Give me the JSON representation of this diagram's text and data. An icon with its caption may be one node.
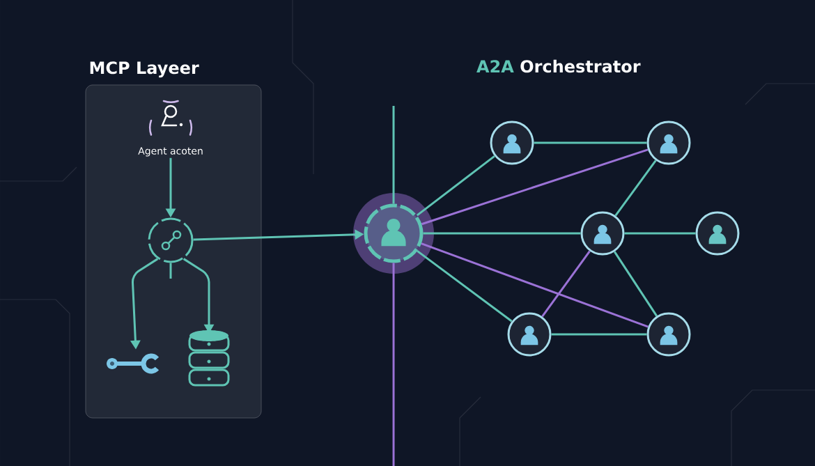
{
  "diagram": {
    "nodes": [
      {
        "text": [
          "MCP Layeer"
        ]
      },
      {
        "text": [
          "Agent acoten"
        ],
        "in": 0
      },
      {
        "text": [],
        "shape": "circle",
        "in": 0
      },
      {
        "text": [],
        "shape": "picture",
        "in": 0
      },
      {
        "text": [],
        "shape": "cylinder",
        "in": 0
      },
      {
        "text": [],
        "shape": "circle"
      },
      {
        "text": [],
        "shape": "circle"
      },
      {
        "text": [],
        "shape": "circle"
      },
      {
        "text": [],
        "shape": "circle"
      },
      {
        "text": [],
        "shape": "circle"
      },
      {
        "text": [],
        "shape": "circle"
      },
      {
        "text": [],
        "shape": "circle"
      }
    ],
    "edges": [
      {
        "from": 1,
        "to": 2,
        "arrow": "to"
      },
      {
        "from": 2,
        "to": 3,
        "arrow": "to"
      },
      {
        "from": 2,
        "to": 4,
        "arrow": "to"
      },
      {
        "from": 2,
        "to": null,
        "arrow": "none"
      },
      {
        "from": 2,
        "to": 5,
        "arrow": "to"
      },
      {
        "from": null,
        "to": 5,
        "arrow": "none"
      },
      {
        "from": 5,
        "to": null,
        "arrow": "none",
        "color": "#9b72d6"
      },
      {
        "from": 5,
        "to": 6,
        "arrow": "none"
      },
      {
        "from": 5,
        "to": 7,
        "arrow": "none",
        "color": "#9b72d6"
      },
      {
        "from": 5,
        "to": 8,
        "arrow": "none"
      },
      {
        "from": 5,
        "to": 11,
        "arrow": "none",
        "color": "#9b72d6"
      },
      {
        "from": 5,
        "to": 10,
        "arrow": "none"
      },
      {
        "from": 6,
        "to": 7,
        "arrow": "none"
      },
      {
        "from": 7,
        "to": 8,
        "arrow": "none"
      },
      {
        "from": 8,
        "to": 9,
        "arrow": "none"
      },
      {
        "from": 8,
        "to": 10,
        "arrow": "none",
        "color": "#9b72d6"
      },
      {
        "from": 8,
        "to": 11,
        "arrow": "none"
      },
      {
        "from": 10,
        "to": 11,
        "arrow": "none"
      }
    ],
    "labels": [
      "A2A",
      "Orchestrator"
    ]
  }
}
